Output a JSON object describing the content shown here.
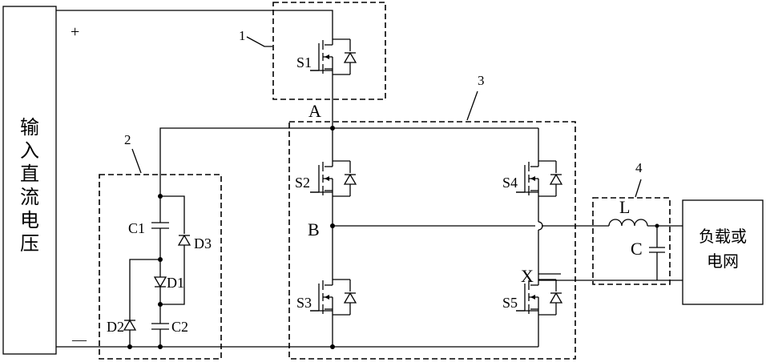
{
  "source": {
    "label_lines": [
      "输",
      "入",
      "直",
      "流",
      "电",
      "压"
    ],
    "plus_sign": "+",
    "minus_sign": "—"
  },
  "load": {
    "label_lines": [
      "负载或",
      "电网"
    ]
  },
  "modules": {
    "m1": "1",
    "m2": "2",
    "m3": "3",
    "m4": "4"
  },
  "nodes": {
    "a": "A",
    "b": "B",
    "x": "X"
  },
  "switches": {
    "s1": "S1",
    "s2": "S2",
    "s3": "S3",
    "s4": "S4",
    "s5": "S5"
  },
  "passives": {
    "c1": "C1",
    "c2": "C2",
    "d1": "D1",
    "d2": "D2",
    "d3": "D3",
    "inductor": "L",
    "filter_cap": "C"
  }
}
